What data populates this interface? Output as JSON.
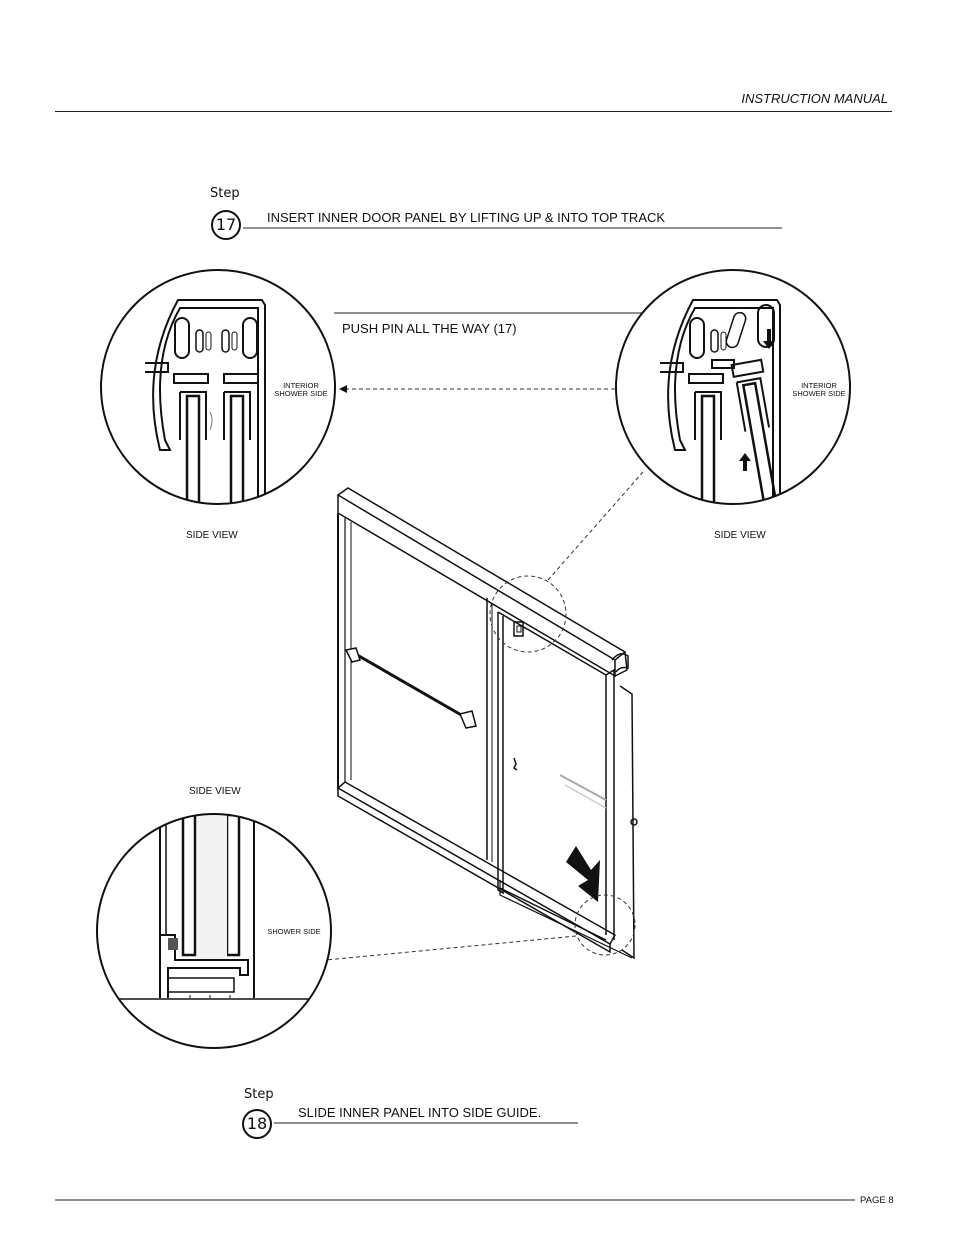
{
  "header": {
    "title": "INSTRUCTION MANUAL"
  },
  "steps": [
    {
      "word": "Step",
      "number": "17",
      "text": "INSERT INNER DOOR PANEL BY LIFTING UP & INTO TOP TRACK"
    },
    {
      "word": "Step",
      "number": "18",
      "text": "SLIDE INNER PANEL INTO SIDE GUIDE."
    }
  ],
  "callout": "PUSH PIN ALL THE WAY (17)",
  "details": {
    "left_top": {
      "caption": "SIDE VIEW",
      "label_line1": "INTERIOR",
      "label_line2": "SHOWER SIDE"
    },
    "right_top": {
      "caption": "SIDE VIEW",
      "label_line1": "INTERIOR",
      "label_line2": "SHOWER SIDE"
    },
    "bottom_left": {
      "caption": "SIDE VIEW",
      "label": "SHOWER SIDE"
    }
  },
  "footer": {
    "page": "PAGE 8"
  }
}
